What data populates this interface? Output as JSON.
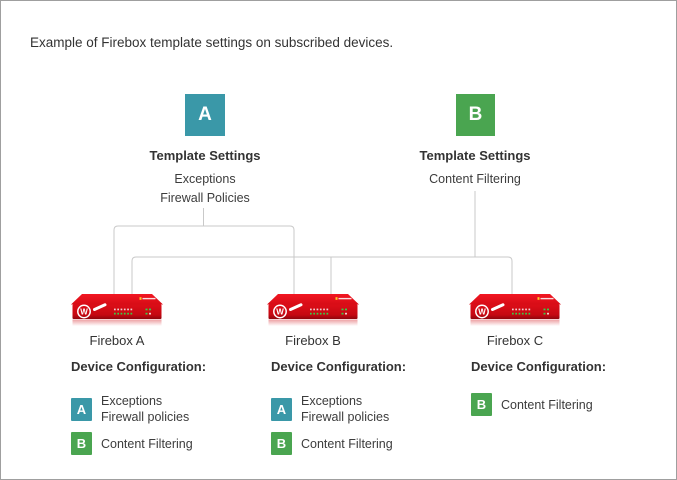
{
  "title": "Example of Firebox template settings on subscribed devices.",
  "colors": {
    "template_a_teal": "#3a98a8",
    "template_b_green": "#4aa550",
    "firebox_red": "#d20c15",
    "connector_line": "#c9c9c9",
    "text": "#333333",
    "page_border": "#9f9f9f"
  },
  "templates": [
    {
      "letter": "A",
      "heading": "Template Settings",
      "lines": [
        "Exceptions",
        "Firewall Policies"
      ]
    },
    {
      "letter": "B",
      "heading": "Template Settings",
      "lines": [
        "Content Filtering"
      ]
    }
  ],
  "devices": [
    {
      "label": "Firebox A",
      "config_heading": "Device Configuration:",
      "config": [
        {
          "badge": "A",
          "lines": [
            "Exceptions",
            "Firewall policies"
          ]
        },
        {
          "badge": "B",
          "lines": [
            "Content Filtering"
          ]
        }
      ]
    },
    {
      "label": "Firebox B",
      "config_heading": "Device Configuration:",
      "config": [
        {
          "badge": "A",
          "lines": [
            "Exceptions",
            "Firewall policies"
          ]
        },
        {
          "badge": "B",
          "lines": [
            "Content Filtering"
          ]
        }
      ]
    },
    {
      "label": "Firebox C",
      "config_heading": "Device Configuration:",
      "config": [
        {
          "badge": "B",
          "lines": [
            "Content Filtering"
          ]
        }
      ]
    }
  ]
}
